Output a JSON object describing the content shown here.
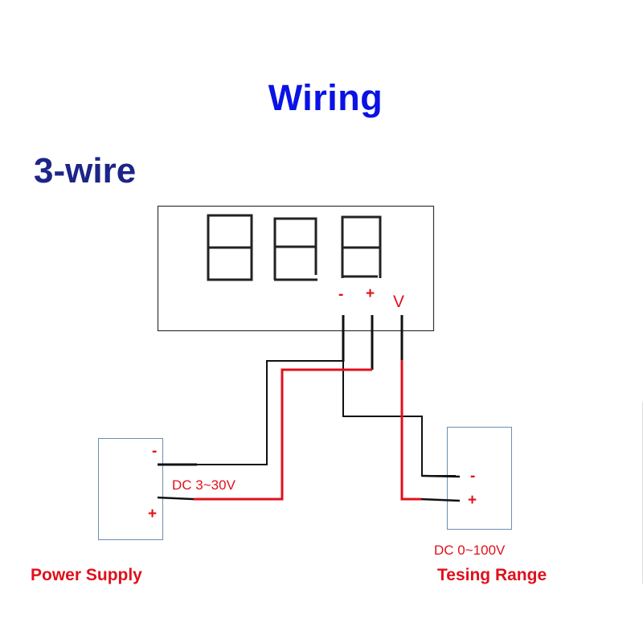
{
  "header": {
    "title": "Wiring",
    "subtitle": "3-wire"
  },
  "display": {
    "digit_count": 3,
    "terminals": [
      {
        "label": "-",
        "role": "negative"
      },
      {
        "label": "+",
        "role": "positive"
      },
      {
        "label": "V",
        "role": "voltage-sense"
      }
    ]
  },
  "power_supply": {
    "name": "Power Supply",
    "voltage": "DC 3~30V",
    "terminals": {
      "negative": "-",
      "positive": "+"
    }
  },
  "testing_range": {
    "name": "Tesing Range",
    "voltage": "DC 0~100V",
    "terminals": {
      "negative": "-",
      "positive": "+"
    }
  },
  "colors": {
    "title": "#0a12e6",
    "subtitle": "#1c2587",
    "positive_wire": "#e0101c",
    "negative_wire": "#111111",
    "box_outline": "#6b8fb0",
    "label_red": "#e0101c"
  }
}
